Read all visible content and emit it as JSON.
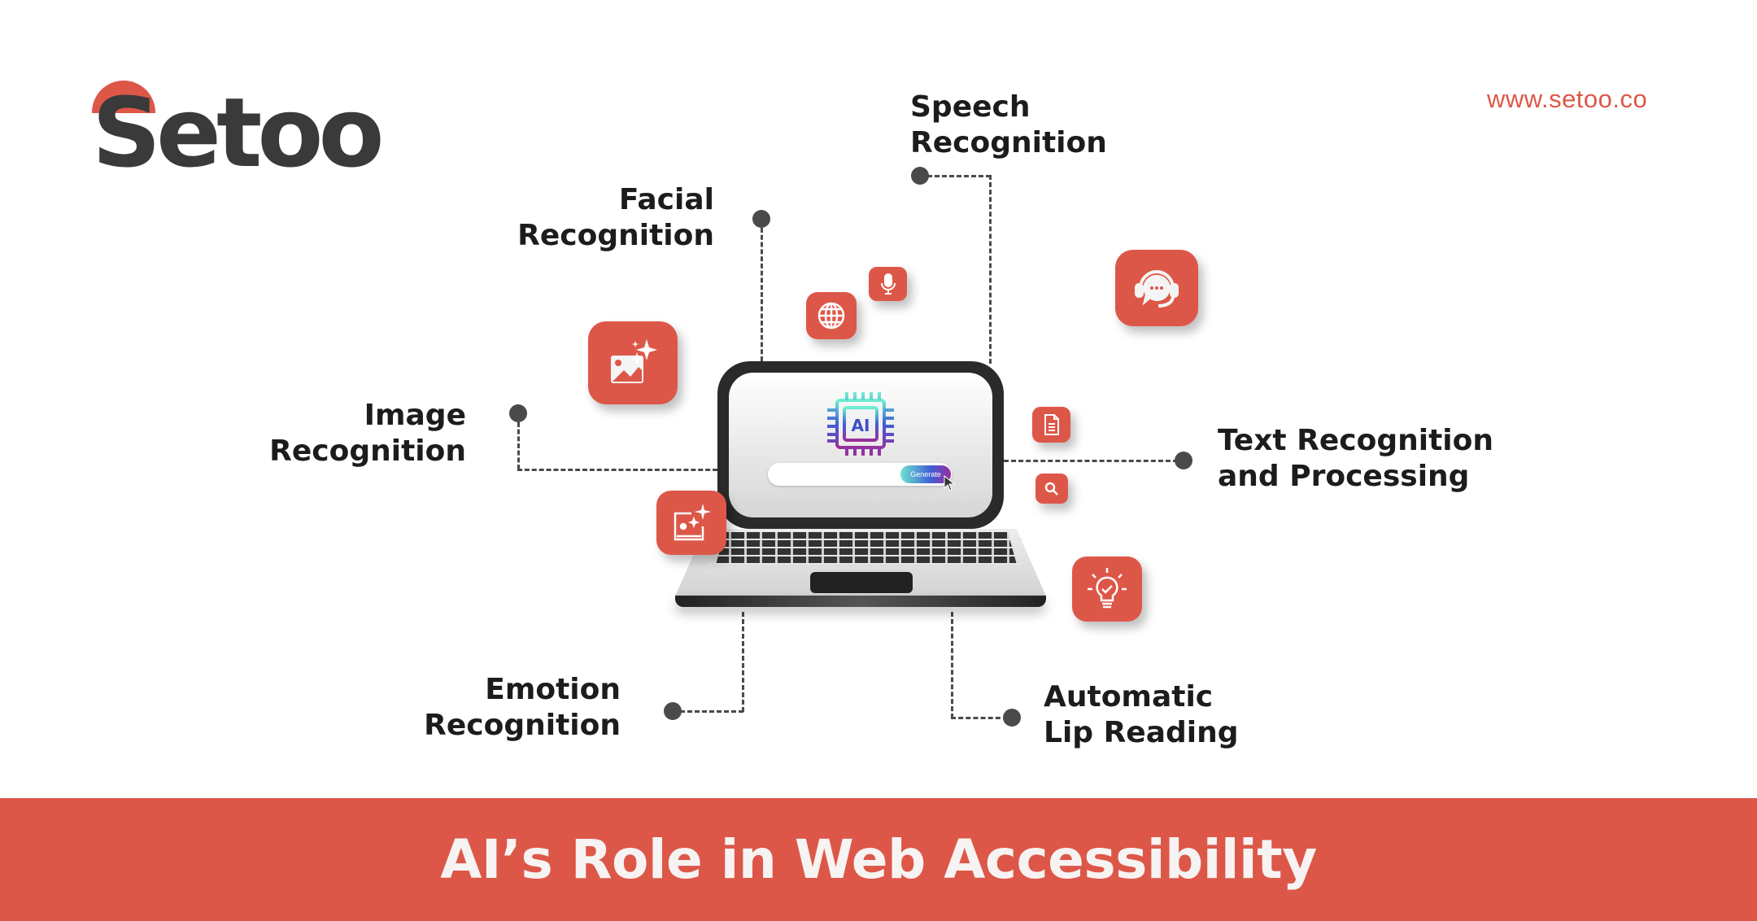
{
  "brand": {
    "logo_text": "Setoo",
    "url": "www.setoo.co",
    "accent_color": "#dd5749",
    "text_color": "#1c1c1c"
  },
  "diagram": {
    "center": {
      "device": "laptop",
      "chip_label": "AI",
      "search_button_label": "Generate"
    },
    "nodes": [
      {
        "id": "speech",
        "line1": "Speech",
        "line2": "Recognition"
      },
      {
        "id": "facial",
        "line1": "Facial",
        "line2": "Recognition"
      },
      {
        "id": "image",
        "line1": "Image",
        "line2": "Recognition"
      },
      {
        "id": "text",
        "line1": "Text Recognition",
        "line2": "and Processing"
      },
      {
        "id": "emotion",
        "line1": "Emotion",
        "line2": "Recognition"
      },
      {
        "id": "lip",
        "line1": "Automatic",
        "line2": "Lip Reading"
      }
    ],
    "icons": [
      "image-sparkle-icon",
      "globe-icon",
      "microphone-icon",
      "headset-chat-icon",
      "document-icon",
      "search-icon",
      "ai-image-edit-icon",
      "lightbulb-check-icon"
    ]
  },
  "banner": {
    "title": "AI’s Role in Web Accessibility"
  }
}
